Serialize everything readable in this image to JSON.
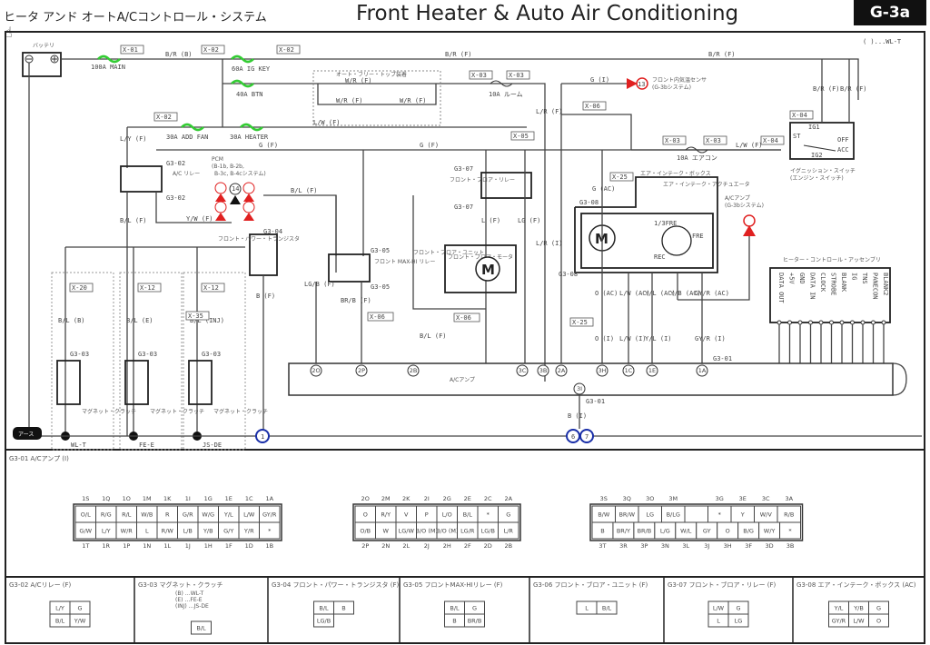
{
  "header": {
    "jp_title": "ヒータ アンド オートA/Cコントロール・システム",
    "title": "Front Heater & Auto Air Conditioning",
    "page_code": "G-3a",
    "legend_note": "( )...WL-T"
  },
  "components": {
    "battery": "バッテリ",
    "fuse_main": "100A MAIN",
    "fuse_ig_key": "60A IG KEY",
    "fuse_btn": "40A BTN",
    "fuse_add_fan": "30A ADD FAN",
    "fuse_heater": "30A HEATER",
    "fuse_room": "10A ルーム",
    "fuse_aircon": "10A エアコン",
    "ac_relay": "A/C リレー",
    "pcm": "PCM",
    "pcm_sub": "(B-1b, B-2b,",
    "pcm_sub2": "B-3c, B-4cシステム)",
    "front_power_transistor": "フロント・パワー・トランジスタ",
    "front_max_hi_relay": "フロント MAX-HI リレー",
    "front_blower_unit": "フロント・ブロア・ユニット",
    "front_blower_motor": "フロント・ブロア・モータ",
    "front_blower_relay": "フロント・ブロア・リレー",
    "air_intake_box": "エア・インテーク・ボックス",
    "air_intake_actuator": "エア・インテーク・アクチュエータ",
    "intake_mode_1": "1/3FRE",
    "intake_mode_fre": "FRE",
    "intake_mode_rec": "REC",
    "front_temp_sensor": "フロント内気温センサ",
    "front_temp_sensor_sub": "(G-3bシステム)",
    "ac_amp_ref": "A/Cアンプ",
    "ac_amp_ref_sub": "(G-3bシステム)",
    "ignition_switch": "イグニッション・スイッチ",
    "ignition_switch_sub": "(エンジン・スイッチ)",
    "ig_positions": [
      "IG1",
      "ST",
      "OFF",
      "ACC",
      "IG2"
    ],
    "heater_control_assy": "ヒーター・コントロール・アッセンブリ",
    "heater_control_pins": [
      "DATA OUT",
      "+5V",
      "GND",
      "DATA IN",
      "CLOCK",
      "STROBE",
      "BLANK",
      "IG",
      "TNS",
      "PANECON",
      "BLANK2"
    ],
    "ac_amp": "A/Cアンプ",
    "magnet_clutch": "マグネット・クラッチ",
    "ground": "アース",
    "auto_free_stop": "オート・フリー・トップ装着",
    "engine_variants": [
      "WL-T",
      "FE-E",
      "JS-DE"
    ]
  },
  "connectors_x": [
    "X-01",
    "X-02",
    "X-02",
    "X-02",
    "X-03",
    "X-03",
    "X-03",
    "X-03",
    "X-04",
    "X-05",
    "X-06",
    "X-06",
    "X-06",
    "X-12",
    "X-12",
    "X-20",
    "X-25",
    "X-25",
    "X-35"
  ],
  "wire_labels": {
    "main": "B/R (B)",
    "top": "B/R (F)",
    "wr": "W/R (F)",
    "lw": "L/W (F)",
    "ly": "L/Y (F)",
    "bl": "B/L (F)",
    "g_f": "G (F)",
    "g_i": "G (I)",
    "yw": "Y/W (F)",
    "lgb": "LG/B (F)",
    "brb": "BR/B (F)",
    "lr": "L/R (F)",
    "lr_i": "L/R (I)",
    "l": "L (F)",
    "lg": "LG (F)",
    "b_f": "B (F)",
    "b_i": "B (I)",
    "g_ac": "G (AC)",
    "o_ac": "O (AC)",
    "lw_ac": "L/W (AC)",
    "yl_ac": "Y/L (AC)",
    "yb_ac": "Y/B (AC)",
    "gyr_ac": "GY/R (AC)",
    "o_i": "O (I)",
    "lw_i": "L/W (I)",
    "yl_i": "Y/L (I)",
    "gyr_i": "GY/R (I)",
    "bl_e": "B/L (E)",
    "bl_inj": "B/L (INJ)"
  },
  "ac_amp_pins": [
    "2O",
    "2P",
    "2B",
    "3C",
    "3B",
    "2A",
    "3H",
    "1C",
    "1E",
    "1A"
  ],
  "ground_points": [
    "1",
    "6",
    "7"
  ],
  "ref_circle": "14",
  "ref_circle_2": "13",
  "connector_views": {
    "g3_01": {
      "title": "G3-01 A/Cアンプ (I)",
      "block1": {
        "top_pins": [
          "1S",
          "1Q",
          "1O",
          "1M",
          "1K",
          "1I",
          "1G",
          "1E",
          "1C",
          "1A"
        ],
        "row1": [
          "O/L",
          "R/G",
          "R/L",
          "W/B",
          "R",
          "G/R",
          "W/G",
          "Y/L",
          "L/W",
          "GY/R"
        ],
        "row2": [
          "G/W",
          "L/Y",
          "W/R",
          "L",
          "R/W",
          "L/B",
          "Y/B",
          "G/Y",
          "Y/R",
          "*"
        ],
        "bottom_pins": [
          "1T",
          "1R",
          "1P",
          "1N",
          "1L",
          "1J",
          "1H",
          "1F",
          "1D",
          "1B"
        ]
      },
      "block2": {
        "top_pins": [
          "2O",
          "2M",
          "2K",
          "2I",
          "2G",
          "2E",
          "2C",
          "2A"
        ],
        "row1": [
          "O",
          "R/Y",
          "V",
          "P",
          "L/O",
          "B/L",
          "*",
          "G"
        ],
        "row2": [
          "O/B",
          "W",
          "LG/W",
          "B/O (M)",
          "B/O (M)",
          "LG/R",
          "LG/B",
          "L/R"
        ],
        "bottom_pins": [
          "2P",
          "2N",
          "2L",
          "2J",
          "2H",
          "2F",
          "2D",
          "2B"
        ]
      },
      "block3": {
        "top_pins": [
          "3S",
          "3Q",
          "3O",
          "3M",
          "",
          "3G",
          "3E",
          "3C",
          "3A"
        ],
        "row1": [
          "B/W",
          "BR/W",
          "LG",
          "B/LG",
          "",
          "*",
          "Y",
          "W/V",
          "R/B"
        ],
        "row2": [
          "B",
          "BR/Y",
          "BR/B",
          "L/G",
          "W/L",
          "GY",
          "O",
          "B/G",
          "W/Y",
          "*"
        ],
        "bottom_pins": [
          "3T",
          "3R",
          "3P",
          "3N",
          "3L",
          "3J",
          "3H",
          "3F",
          "3D",
          "3B"
        ]
      }
    },
    "g3_02": {
      "title": "G3-02 A/Cリレー (F)",
      "cells": [
        "L/Y",
        "G",
        "B/L",
        "Y/W"
      ]
    },
    "g3_03": {
      "title": "G3-03 マグネット・クラッチ",
      "notes": [
        "(B) …WL-T",
        "(E) …FE-E",
        "(INJ) …JS-DE"
      ],
      "cells": [
        "B/L"
      ]
    },
    "g3_04": {
      "title": "G3-04 フロント・パワー・トランジスタ (F)",
      "cells": [
        "B/L",
        "B",
        "LG/B"
      ]
    },
    "g3_05": {
      "title": "G3-05 フロントMAX-HIリレー (F)",
      "cells": [
        "B/L",
        "G",
        "B",
        "BR/B"
      ]
    },
    "g3_06": {
      "title": "G3-06 フロント・ブロア・ユニット (F)",
      "cells": [
        "L",
        "B/L"
      ]
    },
    "g3_07": {
      "title": "G3-07 フロント・ブロア・リレー (F)",
      "cells": [
        "L/W",
        "G",
        "L",
        "LG"
      ]
    },
    "g3_08": {
      "title": "G3-08 エア・インテーク・ボックス (AC)",
      "cells": [
        "Y/L",
        "Y/B",
        "G",
        "GY/R",
        "L/W",
        "O"
      ]
    }
  },
  "colors": {
    "fuse": "#33cc33",
    "pcm_ref": "#e02020",
    "ground_circle": "#1a2fa8",
    "badge_bg": "#111111"
  }
}
